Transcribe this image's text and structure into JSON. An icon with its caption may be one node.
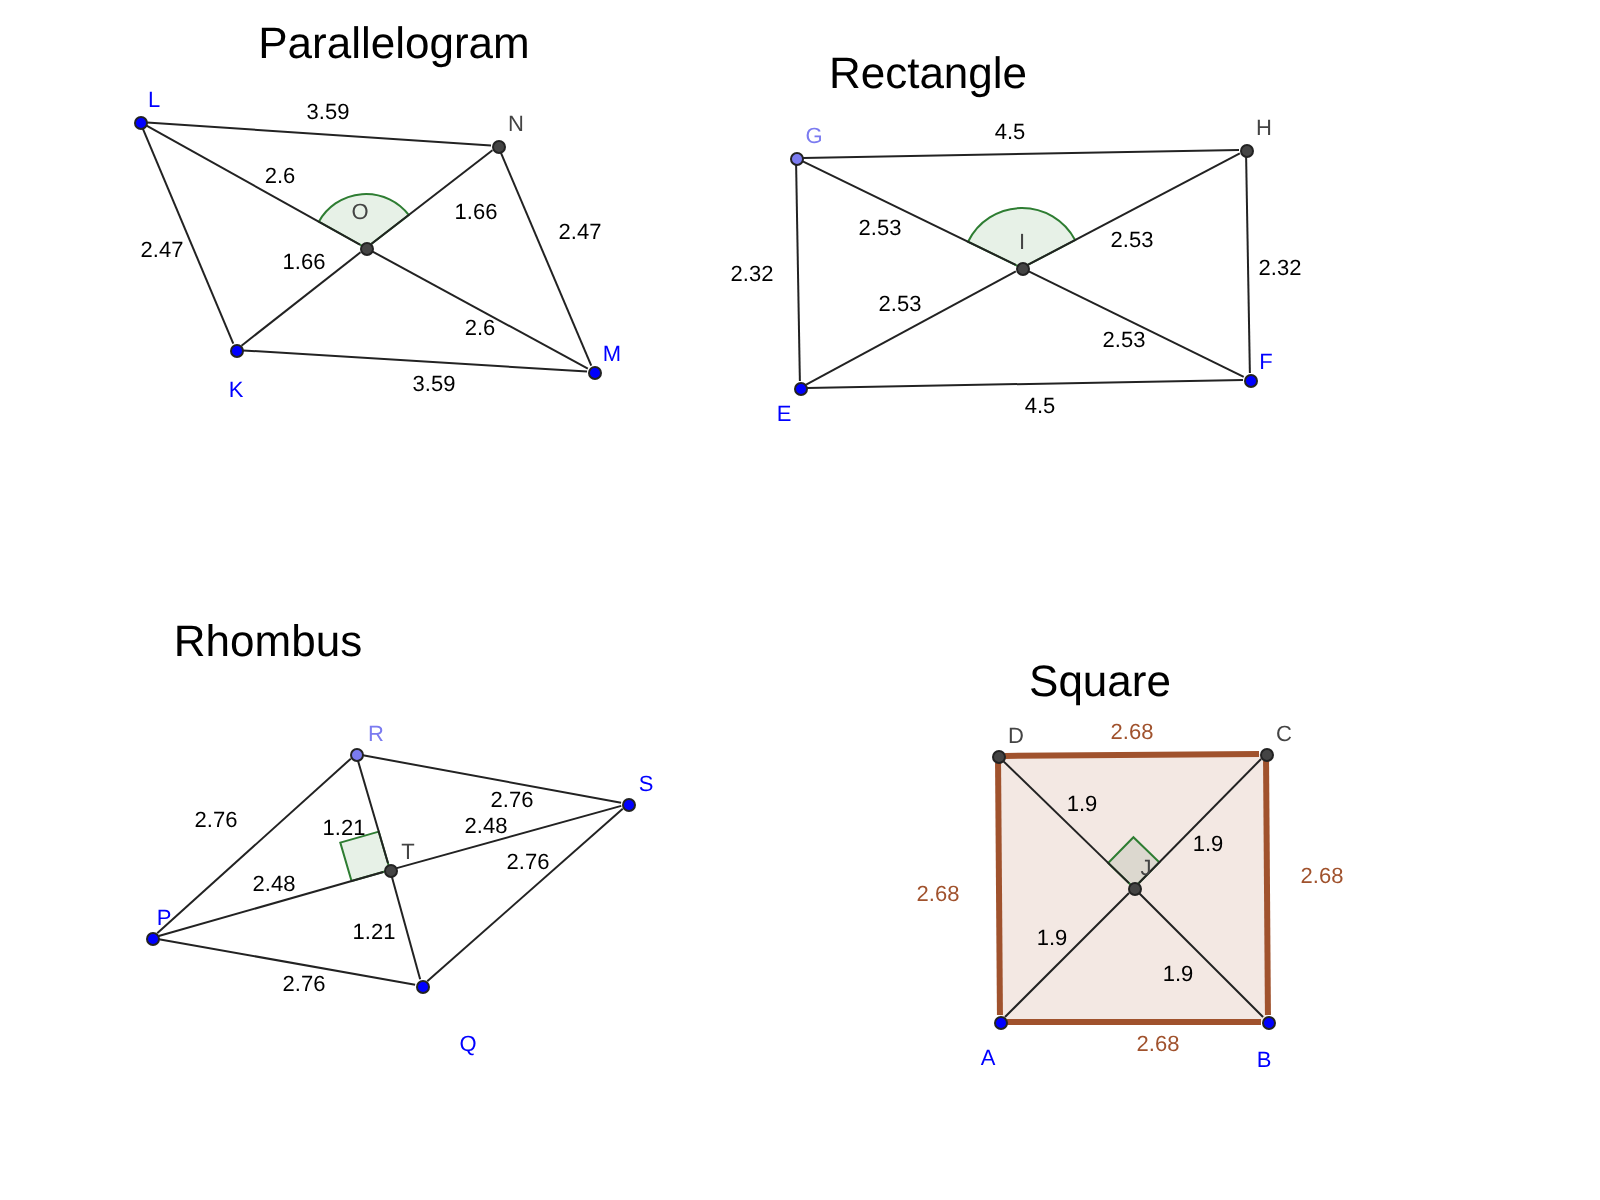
{
  "diagram": {
    "nodes": [
      {
        "text": [
          "L"
        ]
      },
      {
        "text": [
          "N"
        ]
      },
      {
        "text": [
          "M"
        ]
      },
      {
        "text": [
          "K"
        ]
      },
      {
        "text": [
          "O"
        ]
      },
      {
        "text": [
          "G"
        ]
      },
      {
        "text": [
          "H"
        ]
      },
      {
        "text": [
          "F"
        ]
      },
      {
        "text": [
          "E"
        ]
      },
      {
        "text": [
          "I"
        ]
      },
      {
        "text": [
          "R"
        ]
      },
      {
        "text": [
          "S"
        ]
      },
      {
        "text": [
          "Q"
        ]
      },
      {
        "text": [
          "P"
        ]
      },
      {
        "text": [
          "T"
        ]
      },
      {
        "text": [
          "D"
        ]
      },
      {
        "text": [
          "C"
        ]
      },
      {
        "text": [
          "B"
        ]
      },
      {
        "text": [
          "A"
        ]
      },
      {
        "text": [
          "J"
        ]
      }
    ],
    "edges": [
      {
        "from": 0,
        "to": 1,
        "arrow": "none",
        "label": "3.59"
      },
      {
        "from": 1,
        "to": 2,
        "arrow": "none",
        "label": "2.47"
      },
      {
        "from": 3,
        "to": 2,
        "arrow": "none",
        "label": "3.59"
      },
      {
        "from": 0,
        "to": 3,
        "arrow": "none",
        "label": "2.47"
      },
      {
        "from": 0,
        "to": 4,
        "arrow": "none",
        "label": "2.6"
      },
      {
        "from": 4,
        "to": 2,
        "arrow": "none",
        "label": "2.6"
      },
      {
        "from": 3,
        "to": 4,
        "arrow": "none",
        "label": "1.66"
      },
      {
        "from": 4,
        "to": 1,
        "arrow": "none",
        "label": "1.66"
      },
      {
        "from": 5,
        "to": 6,
        "arrow": "none",
        "label": "4.5"
      },
      {
        "from": 6,
        "to": 7,
        "arrow": "none",
        "label": "2.32"
      },
      {
        "from": 8,
        "to": 7,
        "arrow": "none",
        "label": "4.5"
      },
      {
        "from": 5,
        "to": 8,
        "arrow": "none",
        "label": "2.32"
      },
      {
        "from": 5,
        "to": 9,
        "arrow": "none",
        "label": "2.53"
      },
      {
        "from": 9,
        "to": 7,
        "arrow": "none",
        "label": "2.53"
      },
      {
        "from": 8,
        "to": 9,
        "arrow": "none",
        "label": "2.53"
      },
      {
        "from": 9,
        "to": 6,
        "arrow": "none",
        "label": "2.53"
      },
      {
        "from": 13,
        "to": 10,
        "arrow": "none",
        "label": "2.76"
      },
      {
        "from": 10,
        "to": 11,
        "arrow": "none",
        "label": "2.76"
      },
      {
        "from": 12,
        "to": 11,
        "arrow": "none",
        "label": "2.76"
      },
      {
        "from": 13,
        "to": 12,
        "arrow": "none",
        "label": "2.76"
      },
      {
        "from": 10,
        "to": 14,
        "arrow": "none",
        "label": "1.21"
      },
      {
        "from": 14,
        "to": 12,
        "arrow": "none",
        "label": "1.21"
      },
      {
        "from": 13,
        "to": 14,
        "arrow": "none",
        "label": "2.48"
      },
      {
        "from": 14,
        "to": 11,
        "arrow": "none",
        "label": "2.48"
      },
      {
        "from": 15,
        "to": 16,
        "arrow": "none",
        "label": "2.68",
        "style": "thick",
        "color": "#a0522d"
      },
      {
        "from": 16,
        "to": 17,
        "arrow": "none",
        "label": "2.68",
        "style": "thick",
        "color": "#a0522d"
      },
      {
        "from": 18,
        "to": 17,
        "arrow": "none",
        "label": "2.68",
        "style": "thick",
        "color": "#a0522d"
      },
      {
        "from": 15,
        "to": 18,
        "arrow": "none",
        "label": "2.68",
        "style": "thick",
        "color": "#a0522d"
      },
      {
        "from": 15,
        "to": 19,
        "arrow": "none",
        "label": "1.9"
      },
      {
        "from": 19,
        "to": 17,
        "arrow": "none",
        "label": "1.9"
      },
      {
        "from": 18,
        "to": 19,
        "arrow": "none",
        "label": "1.9"
      },
      {
        "from": 19,
        "to": 16,
        "arrow": "none",
        "label": "1.9"
      }
    ],
    "labels": [
      "Parallelogram",
      "Rectangle",
      "Rhombus",
      "Square"
    ]
  }
}
